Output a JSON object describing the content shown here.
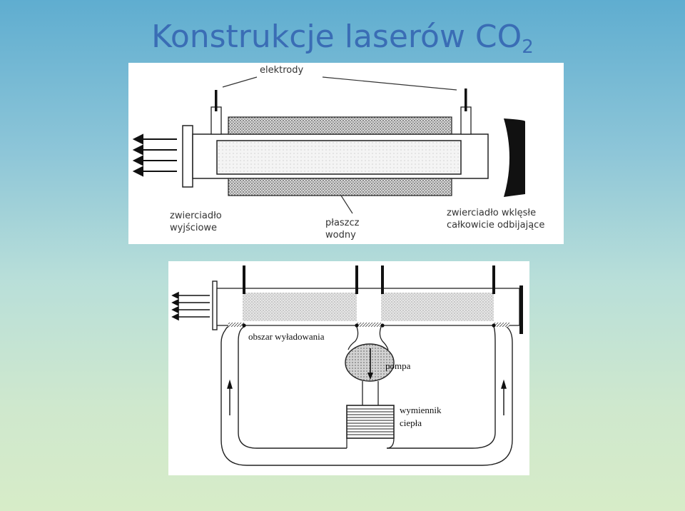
{
  "slide": {
    "title_main": "Konstrukcje laserów CO",
    "title_sub": "2"
  },
  "diagram_top": {
    "label_electrodes": "elektrody",
    "label_output_mirror_line1": "zwierciadło",
    "label_output_mirror_line2": "wyjściowe",
    "label_water_jacket_line1": "płaszcz",
    "label_water_jacket_line2": "wodny",
    "label_concave_mirror_line1": "zwierciadło wklęsłe",
    "label_concave_mirror_line2": "całkowicie odbijające"
  },
  "diagram_bottom": {
    "label_discharge": "obszar wyładowania",
    "label_pump": "pompa",
    "label_exchanger_line1": "wymiennik",
    "label_exchanger_line2": "ciepła"
  },
  "colors": {
    "title": "#3a6db5",
    "background_top": "#5fadd0",
    "background_bottom": "#d7ecc8"
  }
}
